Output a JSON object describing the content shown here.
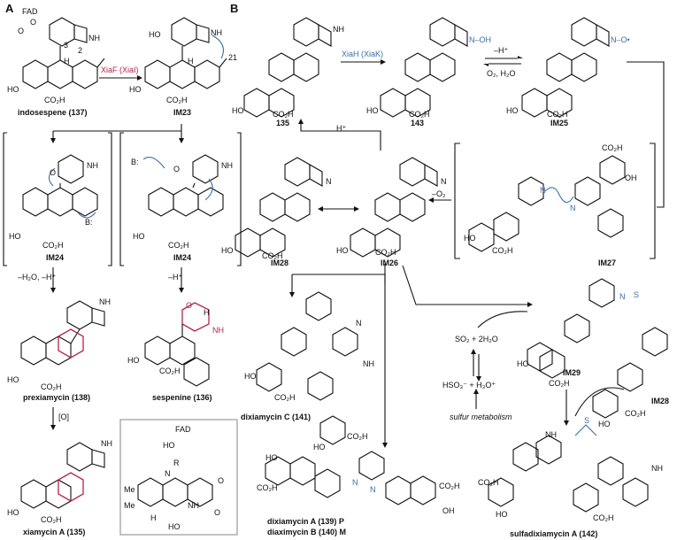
{
  "panels": {
    "a": "A",
    "b": "B"
  },
  "compounds": {
    "c137": "indosespene (137)",
    "im23": "IM23",
    "im24_left": "IM24",
    "im24_right": "IM24",
    "c138": "prexiamycin (138)",
    "c136": "sespenine (136)",
    "c135a": "xiamycin A (135)",
    "c135": "135",
    "c143": "143",
    "im25": "IM25",
    "im28": "IM28",
    "im26": "IM26",
    "im27": "IM27",
    "c141": "dixiamycin C (141)",
    "c139": "dixiamycin A (139) P",
    "c140": "diaximycin B (140) M",
    "im29": "IM29",
    "im28b": "IM28",
    "c142": "sulfadixiamycin A (142)"
  },
  "enzymes": {
    "xiaf": "XiaF (XiaI)",
    "xiah": "XiaH (XiaK)"
  },
  "conditions": {
    "minus_h2o_h": "–H₂O, –H⁺",
    "minus_h": "–H⁺",
    "ox": "[O]",
    "minus_hplus": "–H⁺",
    "o2_h2o": "O₂, H₂O",
    "hplus": "H⁺",
    "minus_o2": "–O₂",
    "so2": "SO₂ + 2H₂O",
    "hso3": "HSO₃⁻ + H₃O⁺",
    "sulfur": "sulfur metabolism"
  },
  "atoms": {
    "fad": "FAD",
    "o": "O",
    "ho": "HO",
    "nh": "NH",
    "n": "N",
    "h": "H",
    "oh": "OH",
    "co2h": "CO₂H",
    "b": "B:",
    "r": "R",
    "me": "Me",
    "num3": "3",
    "num2": "2",
    "num21": "21",
    "s": "S",
    "n_oh": "N–OH",
    "n_o": "N–O•"
  }
}
